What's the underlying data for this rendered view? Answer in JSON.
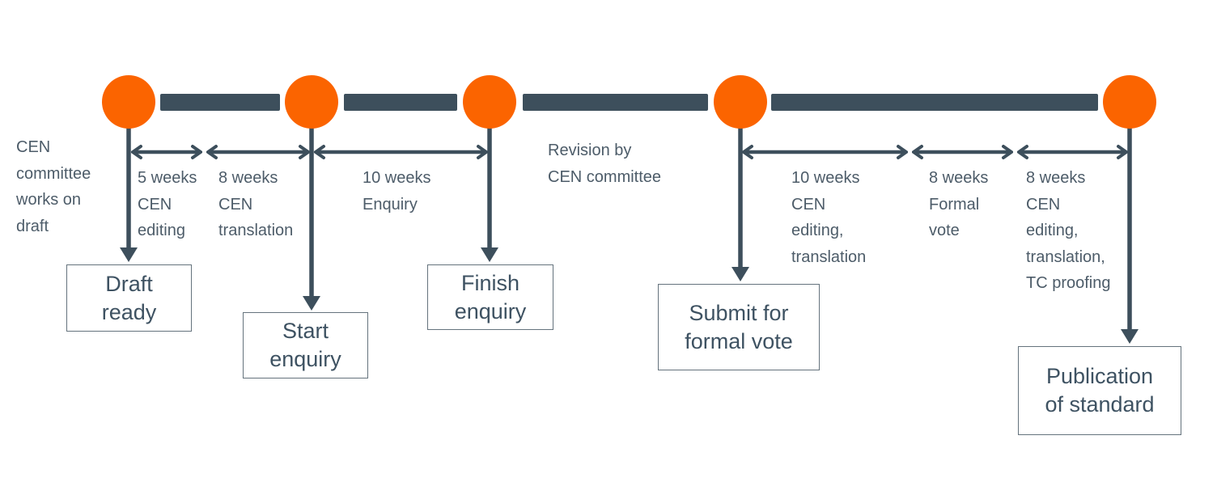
{
  "colors": {
    "accent_orange": "#FB6400",
    "timeline_slate": "#3D4F5C",
    "label_text": "#4D5C69",
    "box_border": "#65737D",
    "box_text": "#3E5262",
    "background": "#FFFFFF"
  },
  "notes": {
    "left": "CEN\ncommittee\nworks on\ndraft",
    "revision": "Revision by\nCEN committee"
  },
  "durations": [
    {
      "label": "5 weeks\nCEN\nediting"
    },
    {
      "label": "8 weeks\nCEN\ntranslation"
    },
    {
      "label": "10 weeks\nEnquiry"
    },
    {
      "label": "10 weeks\nCEN\nediting,\ntranslation"
    },
    {
      "label": "8 weeks\nFormal\nvote"
    },
    {
      "label": "8 weeks\nCEN\nediting,\ntranslation,\nTC proofing"
    }
  ],
  "milestones": [
    {
      "label": "Draft\nready"
    },
    {
      "label": "Start\nenquiry"
    },
    {
      "label": "Finish\nenquiry"
    },
    {
      "label": "Submit for\nformal vote"
    },
    {
      "label": "Publication\nof standard"
    }
  ]
}
